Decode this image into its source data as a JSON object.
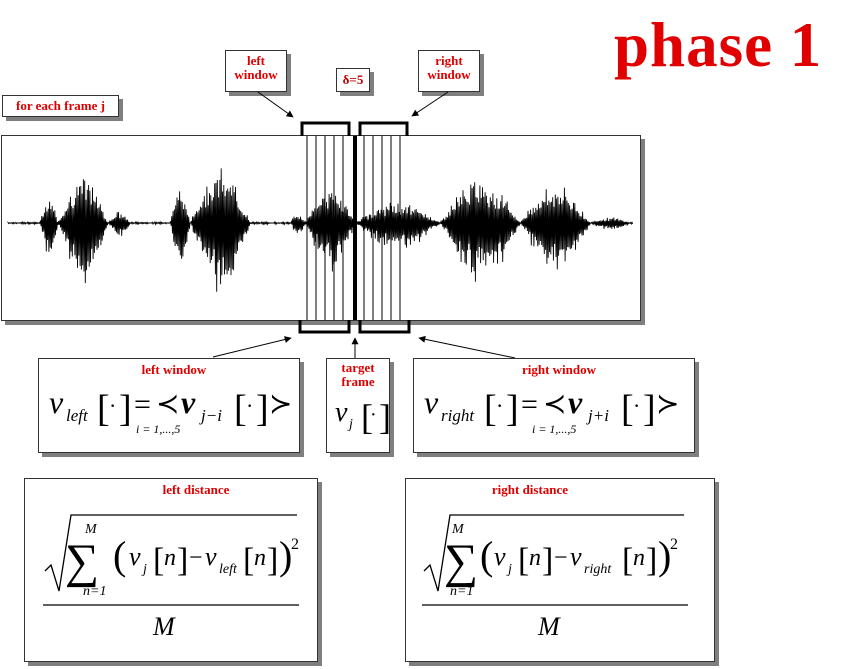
{
  "title": "phase 1",
  "labels": {
    "for_each_frame": "for each frame j",
    "left_window_top": [
      "left",
      "window"
    ],
    "delta": "δ=5",
    "right_window_top": [
      "right",
      "window"
    ],
    "left_window": "left window",
    "target_frame": [
      "target",
      "frame"
    ],
    "right_window": "right window",
    "left_distance": "left distance",
    "right_distance": "right distance"
  },
  "formulas": {
    "left_window": {
      "lhs_sub": "left",
      "rhs_sub": "j−i",
      "range": "i = 1,...,5"
    },
    "target": {
      "sub": "j"
    },
    "right_window": {
      "lhs_sub": "right",
      "rhs_sub": "j+i",
      "range": "i = 1,...,5"
    },
    "left_distance": {
      "upper": "M",
      "lower": "n=1",
      "sub_a": "j",
      "sub_b": "left",
      "exp": "2",
      "denominator": "M"
    },
    "right_distance": {
      "upper": "M",
      "lower": "n=1",
      "sub_a": "j",
      "sub_b": "right",
      "exp": "2",
      "denominator": "M"
    }
  },
  "colors": {
    "accent": "#e00000",
    "shadow": "#7f7f7f"
  },
  "window": {
    "frames_per_side": 5,
    "delta": 5
  }
}
